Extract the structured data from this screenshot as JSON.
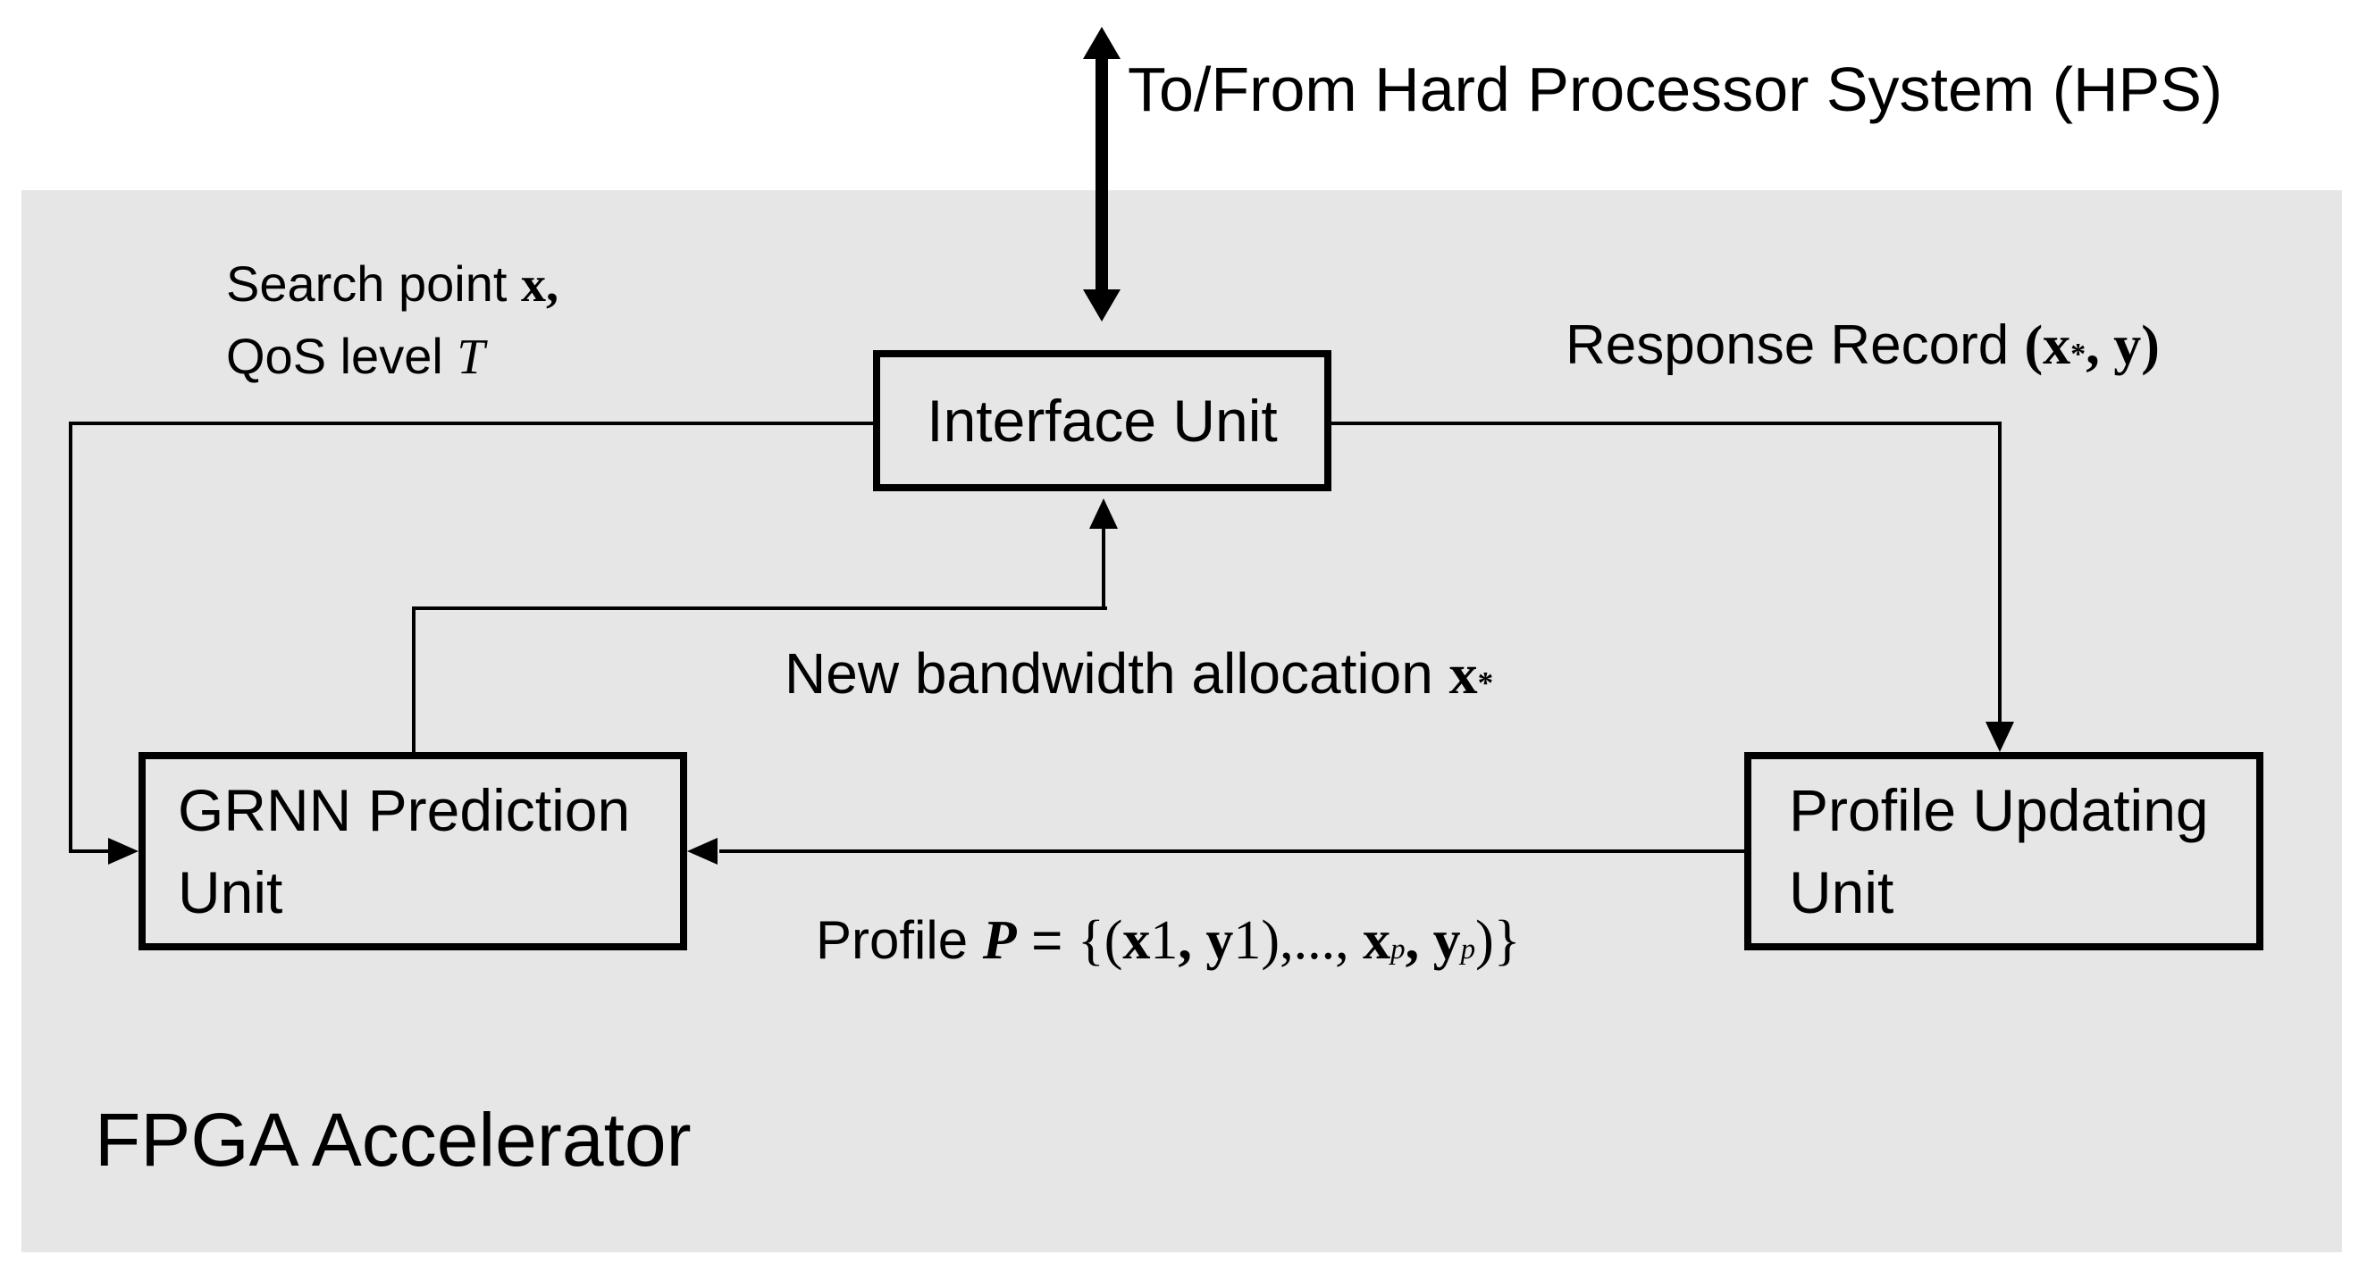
{
  "colors": {
    "page_bg": "#ffffff",
    "panel_bg": "#e7e6e6",
    "ink": "#000000"
  },
  "hps": {
    "label": "To/From Hard Processor System (HPS)",
    "arrow": "double-headed-vertical"
  },
  "panel": {
    "label": "FPGA Accelerator"
  },
  "nodes": {
    "interface_unit": {
      "label": "Interface Unit"
    },
    "grnn_unit": {
      "line1": "GRNN Prediction",
      "line2": "Unit"
    },
    "profile_unit": {
      "line1": "Profile Updating",
      "line2": "Unit"
    }
  },
  "edge_labels": {
    "search": {
      "text1": "Search point ",
      "math1": "x,",
      "text2": "QoS level ",
      "math2": "T"
    },
    "response": {
      "text": "Response Record ",
      "math_open": "(x",
      "sup": "*",
      "math_close": ",  y)"
    },
    "new_bandwidth": {
      "text": "New bandwidth allocation ",
      "math": "x",
      "sup": "*"
    },
    "profile_formula": {
      "text": "Profile ",
      "set_symbol": "P",
      "equals": " = ",
      "open": "{(",
      "x": "x",
      "sub_one": "1",
      "comma": ", ",
      "y": "y",
      "close_one": ")",
      "dots": ",..., ",
      "sub_p": "p",
      "close": ")}"
    }
  }
}
